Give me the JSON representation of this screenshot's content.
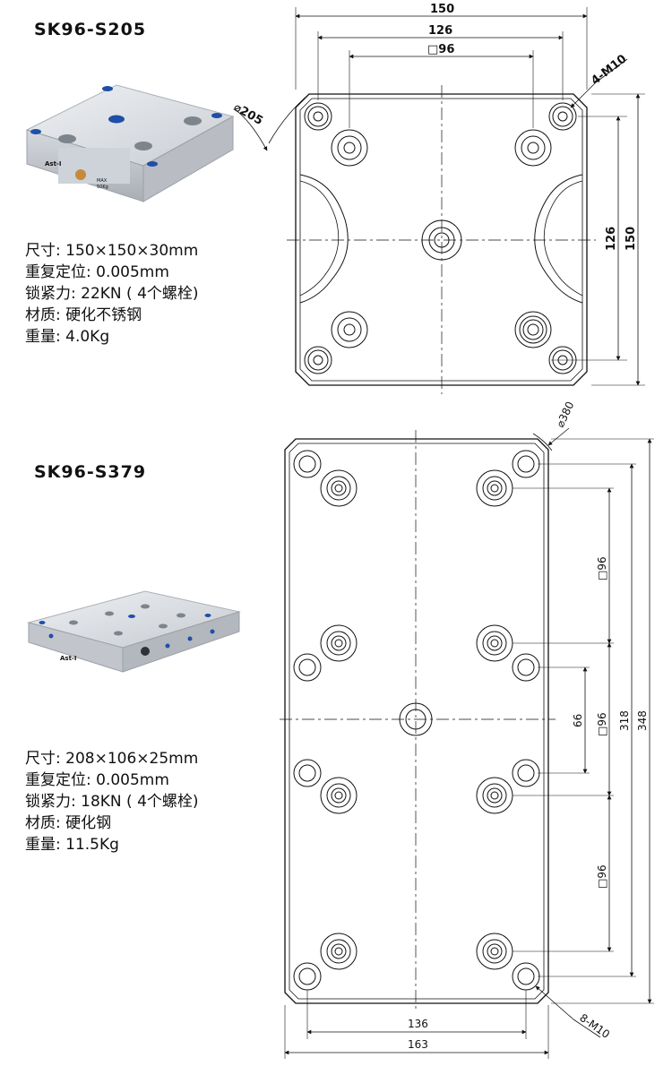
{
  "products": [
    {
      "model": "SK96-S205",
      "specs": [
        "尺寸: 150×150×30mm",
        "重复定位: 0.005mm",
        "锁紧力: 22KN ( 4个螺栓)",
        "材质: 硬化不锈钢",
        "重量: 4.0Kg"
      ],
      "photo_labels": {
        "logo": "Ast-I",
        "max": "MAX",
        "load": "50Kg"
      },
      "dims": {
        "width_outer": "150",
        "width_mid": "126",
        "width_inner": "□96",
        "thread": "4-M10",
        "diameter": "⌀205",
        "height_mid": "126",
        "height_outer": "150"
      }
    },
    {
      "model": "SK96-S379",
      "specs": [
        "尺寸: 208×106×25mm",
        "重复定位: 0.005mm",
        "锁紧力: 18KN ( 4个螺栓)",
        "材质: 硬化钢",
        "重量: 11.5Kg"
      ],
      "photo_labels": {
        "logo": "Ast-I"
      },
      "dims": {
        "diameter": "⌀380",
        "pitch_top": "□96",
        "pitch_mid": "□96",
        "pitch_bottom": "□96",
        "spacing_66": "66",
        "spacing_318": "318",
        "height_348": "348",
        "width_136": "136",
        "width_163": "163",
        "thread": "8-M10"
      }
    }
  ],
  "colors": {
    "plate": "#d9dde2",
    "accent_blue": "#1f4fa8",
    "line": "#111111"
  }
}
